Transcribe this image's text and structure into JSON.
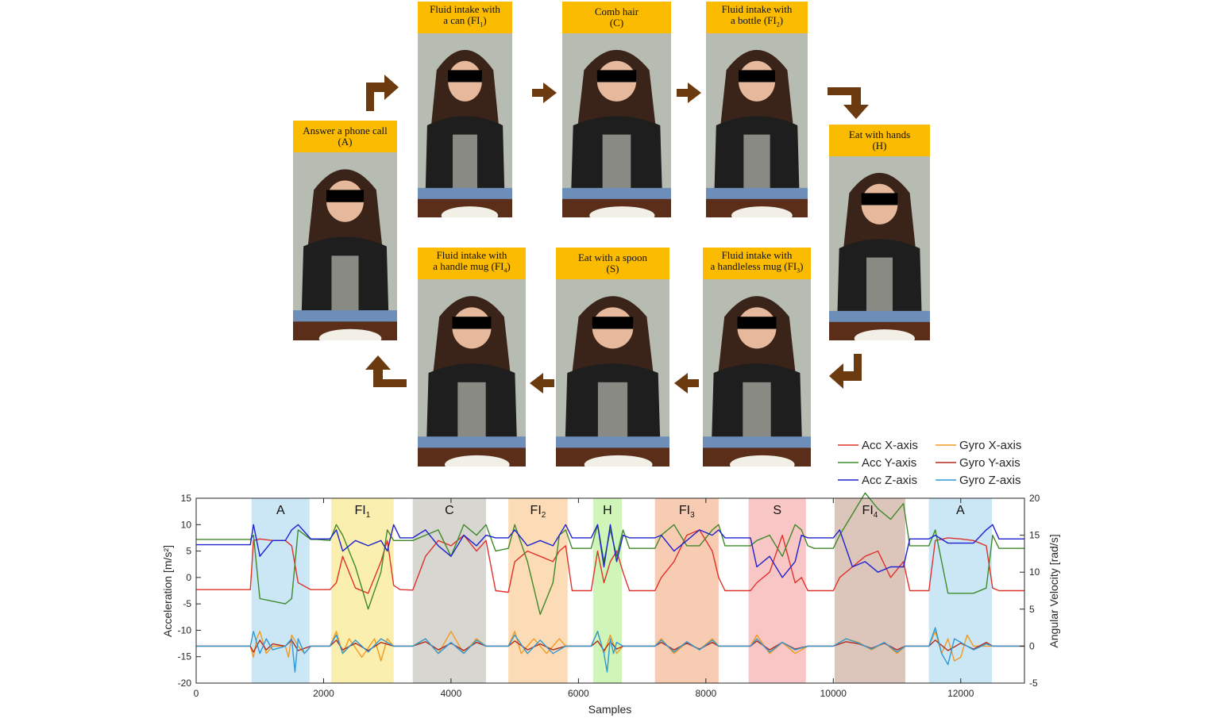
{
  "panels": [
    {
      "id": "fi1",
      "line1": "Fluid intake with",
      "line2": "a can (FI",
      "sub": "1",
      "end": ")"
    },
    {
      "id": "c",
      "line1": "Comb hair",
      "line2": "(C)",
      "sub": "",
      "end": ""
    },
    {
      "id": "fi2",
      "line1": "Fluid intake with",
      "line2": "a bottle (FI",
      "sub": "2",
      "end": ")"
    },
    {
      "id": "a",
      "line1": "Answer a phone call",
      "line2": "(A)",
      "sub": "",
      "end": ""
    },
    {
      "id": "h",
      "line1": "Eat with hands",
      "line2": "(H)",
      "sub": "",
      "end": ""
    },
    {
      "id": "fi4",
      "line1": "Fluid intake with",
      "line2": "a handle mug (FI",
      "sub": "4",
      "end": ")"
    },
    {
      "id": "s",
      "line1": "Eat with a spoon",
      "line2": "(S)",
      "sub": "",
      "end": ""
    },
    {
      "id": "fi3",
      "line1": "Fluid intake with",
      "line2": "a handleless mug (FI",
      "sub": "3",
      "end": ")"
    }
  ],
  "colors": {
    "label_bg": "#fbbb00",
    "arrow": "#6b3a0e",
    "wall": "#b7bcb3",
    "shirt": "#1e1e1e",
    "hair": "#3a2318"
  },
  "chart_data": {
    "type": "line",
    "xlabel": "Samples",
    "ylabel": "Acceleration [m/s²]",
    "y2label": "Angular Velocity [rad/s]",
    "xlim": [
      0,
      13000
    ],
    "ylim": [
      -20,
      15
    ],
    "y2lim": [
      -5,
      20
    ],
    "xticks": [
      0,
      2000,
      4000,
      6000,
      8000,
      10000,
      12000
    ],
    "yticks": [
      15,
      10,
      5,
      0,
      -5,
      -10,
      -15,
      -20
    ],
    "y2ticks": [
      20,
      15,
      10,
      5,
      0,
      -5
    ],
    "legend_position": "top-right",
    "legend": [
      {
        "name": "Acc X-axis",
        "color": "#e0312a"
      },
      {
        "name": "Gyro X-axis",
        "color": "#f39a1e"
      },
      {
        "name": "Acc Y-axis",
        "color": "#3f8a2a"
      },
      {
        "name": "Gyro Y-axis",
        "color": "#b22b1e"
      },
      {
        "name": "Acc Z-axis",
        "color": "#1f23cf"
      },
      {
        "name": "Gyro Z-axis",
        "color": "#2e9ad6"
      }
    ],
    "activities": [
      {
        "label": "A",
        "sub": "",
        "start": 870,
        "end": 1780,
        "color": "#cbe6f5"
      },
      {
        "label": "FI",
        "sub": "1",
        "start": 2120,
        "end": 3100,
        "color": "#fbefb0"
      },
      {
        "label": "C",
        "sub": "",
        "start": 3400,
        "end": 4550,
        "color": "#d8d6d1"
      },
      {
        "label": "FI",
        "sub": "2",
        "start": 4900,
        "end": 5830,
        "color": "#fbdcb6"
      },
      {
        "label": "H",
        "sub": "",
        "start": 6230,
        "end": 6680,
        "color": "#cff5b8"
      },
      {
        "label": "FI",
        "sub": "3",
        "start": 7200,
        "end": 8200,
        "color": "#f8cbb3"
      },
      {
        "label": "S",
        "sub": "",
        "start": 8670,
        "end": 9570,
        "color": "#f9c6c6"
      },
      {
        "label": "FI",
        "sub": "4",
        "start": 10020,
        "end": 11130,
        "color": "#dcc6bc"
      },
      {
        "label": "A",
        "sub": "",
        "start": 11500,
        "end": 12490,
        "color": "#cbe6f5"
      }
    ],
    "series": [
      {
        "name": "Acc X-axis",
        "axis": "left",
        "color": "#e0312a",
        "x": [
          0,
          850,
          900,
          1000,
          1200,
          1400,
          1500,
          1600,
          1800,
          1900,
          2100,
          2200,
          2300,
          2500,
          2700,
          2900,
          3000,
          3100,
          3200,
          3400,
          3600,
          3800,
          4000,
          4200,
          4400,
          4550,
          4700,
          4900,
          5000,
          5200,
          5400,
          5600,
          5700,
          5800,
          5900,
          6200,
          6300,
          6400,
          6500,
          6600,
          6700,
          6800,
          7200,
          7300,
          7500,
          7700,
          7900,
          8100,
          8200,
          8300,
          8700,
          8800,
          9000,
          9200,
          9400,
          9500,
          9600,
          9700,
          10000,
          10100,
          10300,
          10500,
          10700,
          10900,
          11100,
          11200,
          11500,
          11600,
          11800,
          12000,
          12200,
          12400,
          12500,
          12600,
          13000
        ],
        "y": [
          -2.3,
          -2.3,
          7,
          7.3,
          7,
          7,
          6,
          -1,
          -2.3,
          -2.3,
          -2.3,
          -1,
          4,
          -2,
          -3,
          3,
          7,
          -1.5,
          -2.3,
          -2.4,
          4,
          7,
          6,
          8,
          5,
          7,
          -2.5,
          -2.8,
          3,
          5,
          4,
          3,
          5,
          6,
          -2.5,
          -2.5,
          5,
          -1,
          3,
          5,
          1,
          -2.5,
          -2.5,
          0,
          3,
          8,
          9,
          5,
          0,
          -2.5,
          -2.5,
          -1,
          1,
          8,
          -1,
          0,
          -2.5,
          -2.5,
          -2.5,
          0,
          2,
          4,
          5,
          0,
          3,
          -2.5,
          -2.5,
          7,
          7.5,
          7.3,
          7,
          6,
          -2,
          -2.5,
          -2.5
        ]
      },
      {
        "name": "Acc Y-axis",
        "axis": "left",
        "color": "#3f8a2a",
        "x": [
          0,
          850,
          900,
          1000,
          1200,
          1400,
          1500,
          1600,
          1800,
          1900,
          2100,
          2200,
          2300,
          2500,
          2700,
          2900,
          3000,
          3100,
          3200,
          3400,
          3600,
          3800,
          4000,
          4200,
          4400,
          4550,
          4700,
          4900,
          5000,
          5200,
          5400,
          5600,
          5700,
          5800,
          5900,
          6200,
          6300,
          6400,
          6500,
          6600,
          6700,
          6800,
          7200,
          7300,
          7500,
          7700,
          7900,
          8100,
          8200,
          8300,
          8700,
          8800,
          9000,
          9200,
          9400,
          9500,
          9600,
          9700,
          10000,
          10100,
          10300,
          10500,
          10700,
          10900,
          11100,
          11200,
          11500,
          11600,
          11800,
          12000,
          12200,
          12400,
          12500,
          12600,
          13000
        ],
        "y": [
          7.2,
          7.2,
          8,
          -4,
          -4.5,
          -5,
          -4,
          9,
          7.2,
          7.2,
          7,
          10,
          8,
          2,
          -6,
          1,
          9,
          7,
          7,
          7,
          8,
          9,
          4,
          10,
          8,
          10,
          5,
          5.5,
          10,
          3,
          -7,
          -1,
          8,
          9,
          5.5,
          5.5,
          10,
          3,
          9,
          4,
          9,
          5.5,
          5.5,
          8,
          10,
          6,
          6,
          9,
          10,
          6,
          6,
          7,
          8,
          4,
          10,
          9,
          6,
          5.5,
          5.5,
          8,
          12,
          16,
          13,
          11,
          14,
          6,
          6,
          9,
          -3,
          -3,
          -3,
          -2,
          8,
          5.5,
          5.5
        ]
      },
      {
        "name": "Acc Z-axis",
        "axis": "left",
        "color": "#1f23cf",
        "x": [
          0,
          850,
          900,
          1000,
          1200,
          1400,
          1500,
          1600,
          1800,
          1900,
          2100,
          2200,
          2300,
          2500,
          2700,
          2900,
          3000,
          3100,
          3200,
          3400,
          3600,
          3800,
          4000,
          4200,
          4400,
          4550,
          4700,
          4900,
          5000,
          5200,
          5400,
          5600,
          5700,
          5800,
          5900,
          6200,
          6300,
          6400,
          6500,
          6600,
          6700,
          6800,
          7200,
          7300,
          7500,
          7700,
          7900,
          8100,
          8200,
          8300,
          8700,
          8800,
          9000,
          9200,
          9400,
          9500,
          9600,
          9700,
          10000,
          10100,
          10300,
          10500,
          10700,
          10900,
          11100,
          11200,
          11500,
          11600,
          11800,
          12000,
          12200,
          12400,
          12500,
          12600,
          13000
        ],
        "y": [
          6.2,
          6.2,
          10,
          4,
          7,
          7,
          9,
          10,
          7.3,
          7.3,
          7.3,
          9,
          5,
          7,
          6,
          7,
          5,
          10,
          7.5,
          7.5,
          9,
          6,
          4,
          8,
          6,
          8,
          7.5,
          7.5,
          9,
          6,
          7,
          6,
          8,
          10,
          7.5,
          7.5,
          10,
          2,
          10,
          3,
          8,
          7.5,
          7.5,
          8,
          5,
          7,
          9,
          8,
          9,
          7.5,
          7.5,
          2,
          4,
          0,
          3,
          8,
          7.5,
          7.5,
          7.5,
          9,
          2,
          3,
          1,
          2,
          2,
          7.3,
          7.3,
          8,
          6.5,
          6.5,
          6.5,
          9,
          10,
          7.3,
          7.3
        ]
      },
      {
        "name": "Gyro X-axis",
        "axis": "right",
        "color": "#f39a1e",
        "x": [
          0,
          850,
          900,
          950,
          1000,
          1100,
          1200,
          1400,
          1450,
          1500,
          1600,
          1700,
          1800,
          2100,
          2200,
          2300,
          2400,
          2600,
          2800,
          2900,
          3000,
          3100,
          3400,
          3600,
          3800,
          4000,
          4200,
          4400,
          4550,
          4900,
          5000,
          5100,
          5300,
          5500,
          5700,
          5800,
          6200,
          6300,
          6400,
          6500,
          6600,
          6700,
          7200,
          7300,
          7500,
          7700,
          7900,
          8100,
          8200,
          8700,
          8800,
          9000,
          9200,
          9400,
          9600,
          10000,
          10200,
          10400,
          10600,
          10800,
          11000,
          11130,
          11500,
          11600,
          11700,
          11800,
          11900,
          12000,
          12100,
          12200,
          12400,
          12500,
          13000
        ],
        "y": [
          0,
          0,
          -1.5,
          1,
          2,
          -1,
          0,
          0,
          -1.5,
          1.5,
          0,
          -1,
          0,
          0,
          2,
          -1,
          1,
          -1.5,
          1,
          -2,
          1,
          0,
          0,
          1,
          -1,
          2,
          -1,
          1,
          0,
          0,
          2,
          -1,
          1,
          -1,
          1,
          0,
          0,
          2,
          -1,
          1.5,
          -1,
          0,
          0,
          1,
          -1,
          0.5,
          -0.5,
          1,
          0,
          0,
          1.5,
          -1,
          0.5,
          -1,
          0,
          0,
          1,
          0.5,
          -0.5,
          0.5,
          -1,
          0,
          0,
          2,
          -1,
          1,
          -2,
          -1.5,
          1.5,
          0,
          0,
          0,
          0
        ]
      },
      {
        "name": "Gyro Y-axis",
        "axis": "right",
        "color": "#b22b1e",
        "x": [
          0,
          850,
          900,
          1000,
          1100,
          1200,
          1400,
          1500,
          1600,
          1800,
          2100,
          2200,
          2300,
          2500,
          2700,
          2900,
          3100,
          3400,
          3600,
          3800,
          4000,
          4200,
          4400,
          4550,
          4900,
          5000,
          5200,
          5400,
          5600,
          5800,
          6200,
          6300,
          6400,
          6500,
          6600,
          6700,
          7200,
          7300,
          7500,
          7700,
          7900,
          8100,
          8200,
          8700,
          8800,
          9000,
          9200,
          9400,
          9600,
          10000,
          10200,
          10400,
          10600,
          10800,
          11000,
          11130,
          11500,
          11600,
          11800,
          12000,
          12200,
          12400,
          12500,
          13000
        ],
        "y": [
          0,
          0,
          -0.8,
          0.8,
          -0.5,
          0.3,
          0,
          0.8,
          -0.6,
          0,
          0,
          0.8,
          -0.5,
          0.4,
          -0.6,
          0.5,
          0,
          0,
          0.6,
          -0.5,
          0.4,
          -0.6,
          0.5,
          0,
          0,
          0.7,
          -0.5,
          0.3,
          -0.5,
          0,
          0,
          0.7,
          -0.6,
          0.6,
          -0.4,
          0,
          0,
          0.5,
          -0.5,
          0.4,
          -0.4,
          0.5,
          0,
          0,
          0.7,
          -0.5,
          0.5,
          -0.4,
          0,
          0,
          0.6,
          0.3,
          -0.3,
          0.4,
          -0.5,
          0,
          0,
          0.8,
          -0.6,
          0.4,
          -0.4,
          0.5,
          0,
          0
        ]
      },
      {
        "name": "Gyro Z-axis",
        "axis": "right",
        "color": "#2e9ad6",
        "x": [
          0,
          850,
          900,
          1000,
          1100,
          1200,
          1400,
          1500,
          1550,
          1600,
          1700,
          1800,
          2100,
          2200,
          2300,
          2500,
          2700,
          2900,
          3100,
          3400,
          3600,
          3800,
          4000,
          4200,
          4400,
          4550,
          4900,
          5000,
          5200,
          5400,
          5600,
          5800,
          6200,
          6300,
          6400,
          6450,
          6500,
          6550,
          6600,
          6700,
          7200,
          7300,
          7500,
          7700,
          7900,
          8100,
          8200,
          8700,
          8800,
          9000,
          9200,
          9400,
          9600,
          10000,
          10200,
          10400,
          10600,
          10800,
          11000,
          11130,
          11500,
          11600,
          11700,
          11800,
          11900,
          12000,
          12200,
          12400,
          12500,
          13000
        ],
        "y": [
          0,
          0,
          2,
          -1,
          1,
          -0.5,
          0,
          1,
          -3.5,
          1,
          -1,
          0,
          0,
          1.5,
          -1,
          0.8,
          -0.8,
          1,
          0,
          0,
          1,
          -1,
          0.5,
          -1,
          0.8,
          0,
          0,
          1.5,
          -1,
          0.8,
          -1,
          0,
          0,
          2,
          -1,
          -3.5,
          1,
          -1,
          0.5,
          0,
          0,
          0.8,
          -0.8,
          0.6,
          -0.5,
          0.8,
          0,
          0,
          1,
          -0.8,
          0.5,
          -0.5,
          0,
          0,
          1,
          0.4,
          -0.4,
          0.5,
          -0.8,
          0,
          0,
          2.5,
          -1,
          -2.5,
          1,
          0.5,
          -0.5,
          0.3,
          0,
          0
        ]
      }
    ]
  }
}
